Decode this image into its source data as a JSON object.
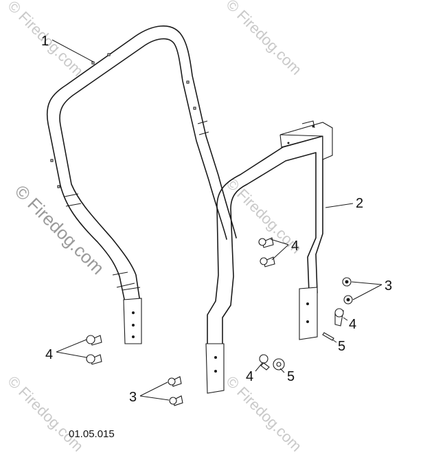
{
  "diagram": {
    "drawing_code": "01.05.015",
    "watermarks": {
      "primary": "© Firedog.com",
      "faint": "© Firedog.com"
    },
    "callouts": {
      "c1": "1",
      "c2": "2",
      "c3_right": "3",
      "c3_bottom": "3",
      "c4_center": "4",
      "c4_right": "4",
      "c4_left": "4",
      "c4_bottom": "4",
      "c5_right": "5",
      "c5_bottom": "5"
    }
  }
}
